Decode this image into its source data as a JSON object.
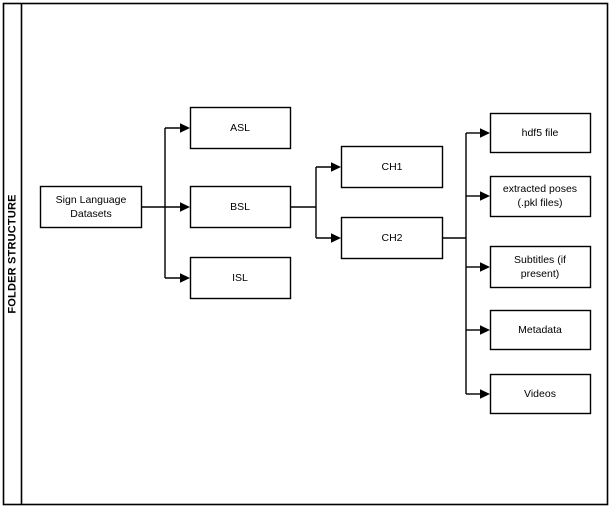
{
  "diagram": {
    "title": "FOLDER STRUCTURE",
    "type": "flowchart",
    "root": {
      "id": "root",
      "label_line1": "Sign Language",
      "label_line2": "Datasets"
    },
    "languages": [
      {
        "id": "asl",
        "label": "ASL"
      },
      {
        "id": "bsl",
        "label": "BSL"
      },
      {
        "id": "isl",
        "label": "ISL"
      }
    ],
    "channels": [
      {
        "id": "ch1",
        "label": "CH1"
      },
      {
        "id": "ch2",
        "label": "CH2"
      }
    ],
    "contents": [
      {
        "id": "hdf5",
        "label_line1": "hdf5 file",
        "label_line2": ""
      },
      {
        "id": "poses",
        "label_line1": "extracted poses",
        "label_line2": "(.pkl files)"
      },
      {
        "id": "subtitles",
        "label_line1": "Subtitles (if",
        "label_line2": "present)"
      },
      {
        "id": "metadata",
        "label_line1": "Metadata",
        "label_line2": ""
      },
      {
        "id": "videos",
        "label_line1": "Videos",
        "label_line2": ""
      }
    ],
    "colors": {
      "stroke": "#000000",
      "fill": "#ffffff",
      "text": "#000000"
    }
  }
}
